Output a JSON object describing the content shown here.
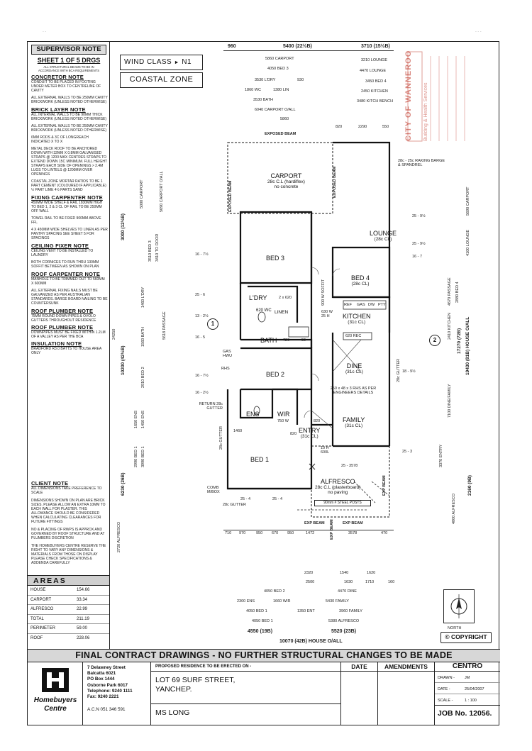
{
  "notes": {
    "supervisor": "SUPERVISOR NOTE",
    "sheet": "SHEET 1 OF 5 DRGS",
    "sheet_sub": "ALL STRUCTURAL BEAMS TO BE IN ACCORDANCE WITH BCA REQUIREMENTS",
    "concretor_h": "CONCRETOR NOTE",
    "concretor_b": "CONDUIT TO BE PLACED IN FOOTING UNDER METER BOX TO CENTRELINE OF CAVITY",
    "walls_b1": "ALL EXTERNAL WALLS TO BE 250mm CAVITY BRICKWORK (UNLESS NOTED OTHERWISE)",
    "bricklayer_h": "BRICK LAYER NOTE",
    "bricklayer_b": "ALL INTERNAL WALLS TO BE 90mm THICK BRICKWORK (UNLESS NOTED OTHERWISE)",
    "walls_b2": "ALL EXTERNAL WALLS TO BE 250mm CAVITY BRICKWORK (UNLESS NOTED OTHERWISE)",
    "rods_b": "6mm RODS & 3c OF LONGREACH INDICATED X TO X",
    "metal_b": "METAL DECK ROOF TO BE ANCHORED DOWN WITH 32mm x 0.8mm GALVANISED STRAPS @ 1200 MAX CENTRES STRAPS TO EXTEND DOWN 15c MINIMUM. FULL HEIGHT STRAPS EACH SIDE OF OPENINGS > 2.4m LUGS TO LINTELS @ 1200mm OVER OPENINGS",
    "coastal_b": "COASTAL ZONE MORTAR RATIOS TO BE 1 PART CEMENT (COLOURED IF APPLICABLE) ½ PART LIME 4½ PARTS SAND",
    "fixing_h": "FIXING CARPENTER NOTE",
    "fixing_b": "450mm WIDE SHELF & RAIL 1830mm HIGH TO BED 1, 2 & 3 CL OF RAIL TO BE 250mm OFF WALL",
    "towel_b": "TOWEL RAIL TO BE FIXED 900mm ABOVE FFL",
    "shelves_b": "4 x 450mm WIDE SHELVES TO LINEN AS PER PANTRY SPACING SEE SHEET 5 FOR SPACINGS",
    "ceiling_h": "CEILING FIXER NOTE",
    "ceiling_b": "CEILING VENT TO BE INSTALLED TO LAUNDRY",
    "cornices_b": "BOTH CORNICES TO RUN THRU 130mm SOFFIT BETWEEN AS SHOWN ON PLAN",
    "roofc_h": "ROOF CARPENTER NOTE",
    "roofc_b": "MANHOLE TO BE TRIMMED OUT TO 560mm x 600mm",
    "nails_b": "ALL EXTERNAL FIXING NAILS MUST BE GALVANIZED AS PER AUSTRALIAN STANDARDS. BARGE BOARD NAILING TO BE COUNTERSUNK",
    "plumber_h": "ROOF PLUMBER NOTE",
    "plumber_b": "75mm ROUND DOWN PIPES & OVOLO GUTTERS THROUGHOUT RESIDENCE",
    "plumber2_h": "ROOF PLUMBER NOTE",
    "plumber2_b": "DOWNPIPES MUST BE FIXED WITHIN 1.2LM OF A VALLEY AS PER THE BCA",
    "insul_h": "INSULATION NOTE",
    "insul_b": "BRADFORD R3.0 BATTS TO HOUSE AREA ONLY",
    "client_h": "CLIENT NOTE",
    "client_b1": "ALL DIMENSIONS TAKE PREFERENCE TO SCALE",
    "client_b2": "DIMENSIONS SHOWN ON PLAN ARE BRICK SIZES. PLEASE ALLOW AN EXTRA 10mm TO EACH WALL FOR PLASTER. THIS ALLOWANCE SHOULD BE CONSIDERED WHEN CALCULATING CLEARANCES FOR FUTURE FITTINGS",
    "client_b3": "No & PLACING OF RWPs IS APPROX AND GOVERNED BY ROOF STRUCTURE AND AT PLUMBERS DISCRETION",
    "client_b4": "THE HOMEBUYERS CENTRE RESERVE THE RIGHT TO VARY ANY DIMENSIONS & MATERIALS FROM THOSE ON DISPLAY PLEASE CHECK SPECIFICATIONS & ADDENDA CAREFULLY"
  },
  "areas": {
    "title": "AREAS",
    "rows": [
      {
        "label": "HOUSE",
        "value": "154.66"
      },
      {
        "label": "CARPORT",
        "value": "33.34"
      },
      {
        "label": "ALFRESCO",
        "value": "22.99"
      },
      {
        "label": "TOTAL",
        "value": "211.19"
      },
      {
        "label": "PERIMETER",
        "value": "59.00"
      },
      {
        "label": "ROOF",
        "value": "228.06"
      }
    ]
  },
  "wind": {
    "label": "WIND CLASS",
    "arrow": "►",
    "value": "N1",
    "coastal": "COASTAL ZONE"
  },
  "stamp": {
    "line1": "CITY OF WANNEROO",
    "line2": "Building & Health Services"
  },
  "rooms": {
    "carport": "CARPORT",
    "carport_sub1": "28c C.L (hardiflex)",
    "carport_sub2": "no concrete",
    "lounge": "LOUNGE",
    "lounge_sub": "(28c CL)",
    "bed3": "BED 3",
    "bed4": "BED 4",
    "bed4_sub": "(28c CL)",
    "ldry": "L'DRY",
    "linen": "LINEN",
    "wc": "620 WC",
    "kitchen": "KITCHEN",
    "kitchen_sub": "(31c CL)",
    "bath": "BATH",
    "bed2": "BED 2",
    "dine": "DINE",
    "dine_sub": "(31c CL)",
    "ens": "ENS",
    "wir": "WIR",
    "entry": "ENTRY",
    "entry_sub": "(31c CL)",
    "family": "FAMILY",
    "family_sub": "(31c CL)",
    "bed1": "BED 1",
    "alfresco": "ALFRESCO",
    "alfresco_sub1": "28c C.L (plasterboard)",
    "alfresco_sub2": "no paving",
    "steel_posts": "90mm # STEEL POSTS",
    "ref": "REF",
    "gas": "GAS",
    "dw": "DW",
    "pty": "PTY",
    "hwu": "GAS HWU",
    "rhs": "RHS",
    "return_gutter": "RETURN 28c GUTTER",
    "comb": "COMB M/BOX",
    "exposed_beam": "EXPOSED BEAM",
    "exp_beam": "EXP BEAM",
    "raking": "28c - 25c RAKING BARGE & SPANDREL",
    "gutter": "28c GUTTER",
    "engineer": "250 x 48 x 3 RHS AS PER ENGINEERS DETAILS"
  },
  "dims_top": {
    "d1": "960",
    "d2": "5400 (22½B)",
    "d3": "3710 (15½B)",
    "r1": "5860 CARPORT",
    "r2": "3210 LOUNGE",
    "r3": "4050 BED 3",
    "r4": "4470 LOUNGE",
    "r5": "3530 L'DRY",
    "r6": "3450 BED 4",
    "r7": "1860 WC",
    "r8": "1380 LIN",
    "r9": "2450 KITCHEN",
    "r10": "3530 BATH",
    "r11": "3480 KITCH BENCH",
    "r12": "6040 CARPORT O/ALL",
    "r13": "5860",
    "r14": "2290",
    "r15": "550",
    "r16": "930",
    "r17": "820"
  },
  "dims_left": {
    "a1": "3000 (12½B)",
    "a2": "10200 (42½B)",
    "a3": "6230 (26B)",
    "a4": "24250",
    "b1": "5000 CARPORT",
    "b2": "5690 CARPORT O/ALL",
    "b3": "3510 BED 3",
    "b4": "3410 TO DOOR",
    "b5": "1460 L'DRY",
    "b6": "1560 BATH",
    "b7": "2910 BED 2",
    "b8": "1650 ENS",
    "b9": "2990 BED 1",
    "b10": "5618 PASSAGE",
    "b11": "1450 ENS",
    "b12": "3990 BED 1",
    "b13": "2720 ALFRESCO",
    "c1": "16 - 7½",
    "c2": "25 - 6",
    "c3": "13 - 2½",
    "c4": "16 - 5",
    "c5": "16 - 7½",
    "c6": "16 - 2½"
  },
  "dims_right": {
    "a1": "17270 (72B)",
    "a2": "19430 (81B) HOUSE O/ALL",
    "a3": "2160 (9B)",
    "b1": "5690 CARPORT",
    "b2": "4100 LOUNGE",
    "b3": "4670 PASSAGE",
    "b4": "2880 BED 4",
    "b5": "2410 KITCHEN",
    "b6": "7100 DINE/FAMILY",
    "b7": "3370 ENTRY",
    "b8": "4800 ALFRESCO",
    "c1": "25 - 9½",
    "c2": "25 - 9½",
    "c3": "16 - 7",
    "c4": "18 - 9½",
    "c5": "25 - 3",
    "tag": "2"
  },
  "dims_bottom": {
    "r1": "710",
    "r2": "970",
    "r3": "950",
    "r4": "670",
    "r5": "950",
    "r6": "1472",
    "r7": "3578",
    "r8": "470",
    "s1": "2320",
    "s2": "1540",
    "s3": "1620",
    "s4": "2500",
    "s5": "1630",
    "s6": "1710",
    "s7": "160",
    "t1": "4050 BED 2",
    "t2": "4470 DINE",
    "t3": "2300 ENS",
    "t4": "1660 WIR",
    "t5": "5430 FAMILY",
    "t6": "4050 BED 1",
    "t7": "1350 ENT",
    "t8": "3960 FAMILY",
    "t9": "4050 BED 1",
    "t10": "5380 ALFRESCO",
    "u1": "4550 (19B)",
    "u2": "5520 (23B)",
    "u3": "10070 (42B) HOUSE O/ALL",
    "misc1": "1460",
    "misc2": "750 W",
    "misc3": "820",
    "misc4": "820",
    "misc5": "10 H 600L",
    "misc6": "25 - 3578",
    "misc7": "25 - 4",
    "misc8": "25 - 4",
    "misc9": "720",
    "misc10": "50",
    "misc11": "630 W 25 H",
    "misc12": "2 x 620",
    "misc13": "620 REC",
    "misc14": "900 W SOFFIT"
  },
  "north": {
    "label": "NORTH",
    "copyright": "© COPYRIGHT",
    "tag": "1"
  },
  "banner": "FINAL CONTRACT DRAWINGS - NO FURTHER STRUCTURAL CHANGES TO BE MADE",
  "company": {
    "name1": "Homebuyers",
    "name2": "Centre",
    "addr1": "7 Delawney Street",
    "addr2": "Balcatta 6021",
    "addr3": "PO Box 1444",
    "addr4": "Osborne Park 6017",
    "phone": "Telephone: 9240 1111",
    "fax": "Fax: 9240 2221",
    "acn": "A.C.N 051 346 591"
  },
  "project": {
    "header": "PROPOSED RESIDENCE TO BE ERECTED ON -",
    "lot": "LOT 69 SURF STREET,",
    "suburb": "YANCHEP.",
    "client": "MS LONG",
    "date_h": "DATE",
    "amend_h": "AMENDMENTS",
    "design": "CENTRO",
    "drawn_l": "DRAWN -",
    "drawn_v": "JM",
    "date_l": "DATE -",
    "date_v": "25/04/2007",
    "scale_l": "SCALE -",
    "scale_v": "1 : 100",
    "job": "JOB No. 12056."
  }
}
